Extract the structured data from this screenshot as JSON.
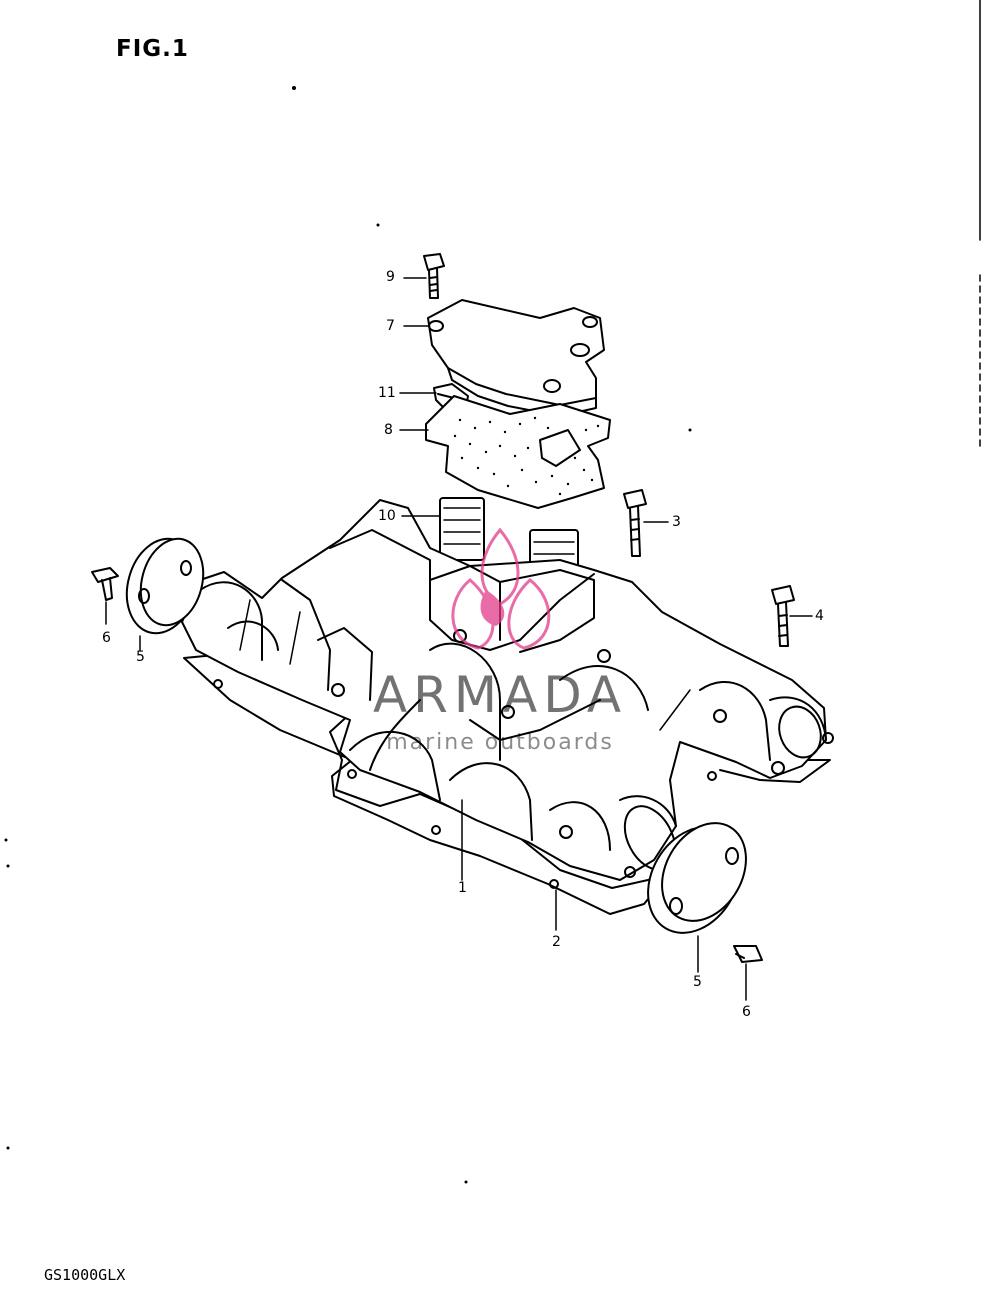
{
  "title": "FIG.1",
  "model": "GS1000GLX",
  "watermark": {
    "brand": "ARMADA",
    "tagline": "marine outboards",
    "color": "#e23b8a"
  },
  "callouts": [
    {
      "id": "c9",
      "label": "9"
    },
    {
      "id": "c7",
      "label": "7"
    },
    {
      "id": "c11",
      "label": "11"
    },
    {
      "id": "c8",
      "label": "8"
    },
    {
      "id": "c10",
      "label": "10"
    },
    {
      "id": "c3",
      "label": "3"
    },
    {
      "id": "c4",
      "label": "4"
    },
    {
      "id": "c6a",
      "label": "6"
    },
    {
      "id": "c5a",
      "label": "5"
    },
    {
      "id": "c1",
      "label": "1"
    },
    {
      "id": "c2",
      "label": "2"
    },
    {
      "id": "c5b",
      "label": "5"
    },
    {
      "id": "c6b",
      "label": "6"
    }
  ]
}
